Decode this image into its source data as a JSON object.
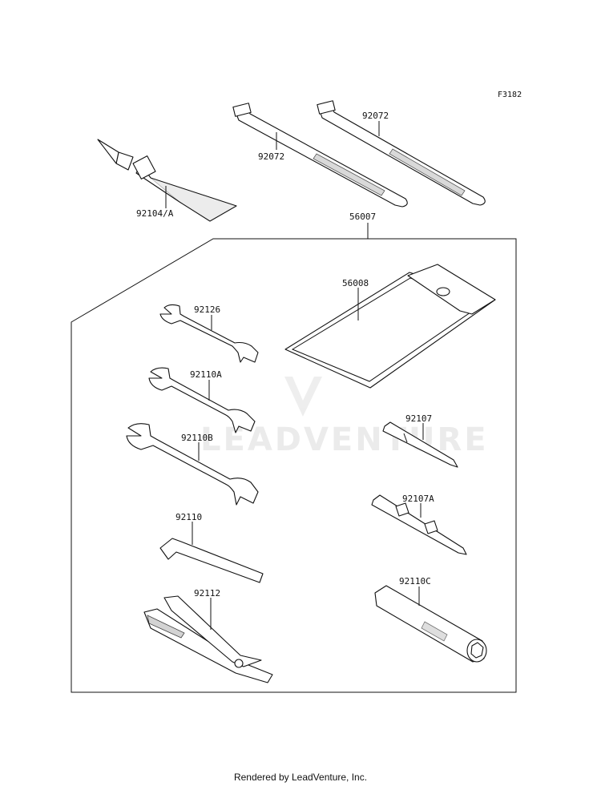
{
  "figure_code": "F3182",
  "watermark": "LEADVENTURE",
  "footer": "Rendered by LeadVenture, Inc.",
  "parts": {
    "tube": "92104/A",
    "tie_left": "92072",
    "tie_right": "92072",
    "kit": "56007",
    "bag": "56008",
    "wrench_1": "92126",
    "wrench_2": "92110A",
    "wrench_3": "92110B",
    "hex_key": "92110",
    "pliers": "92112",
    "screwdriver_1": "92107",
    "screwdriver_2": "92107A",
    "socket_wrench": "92110C"
  }
}
